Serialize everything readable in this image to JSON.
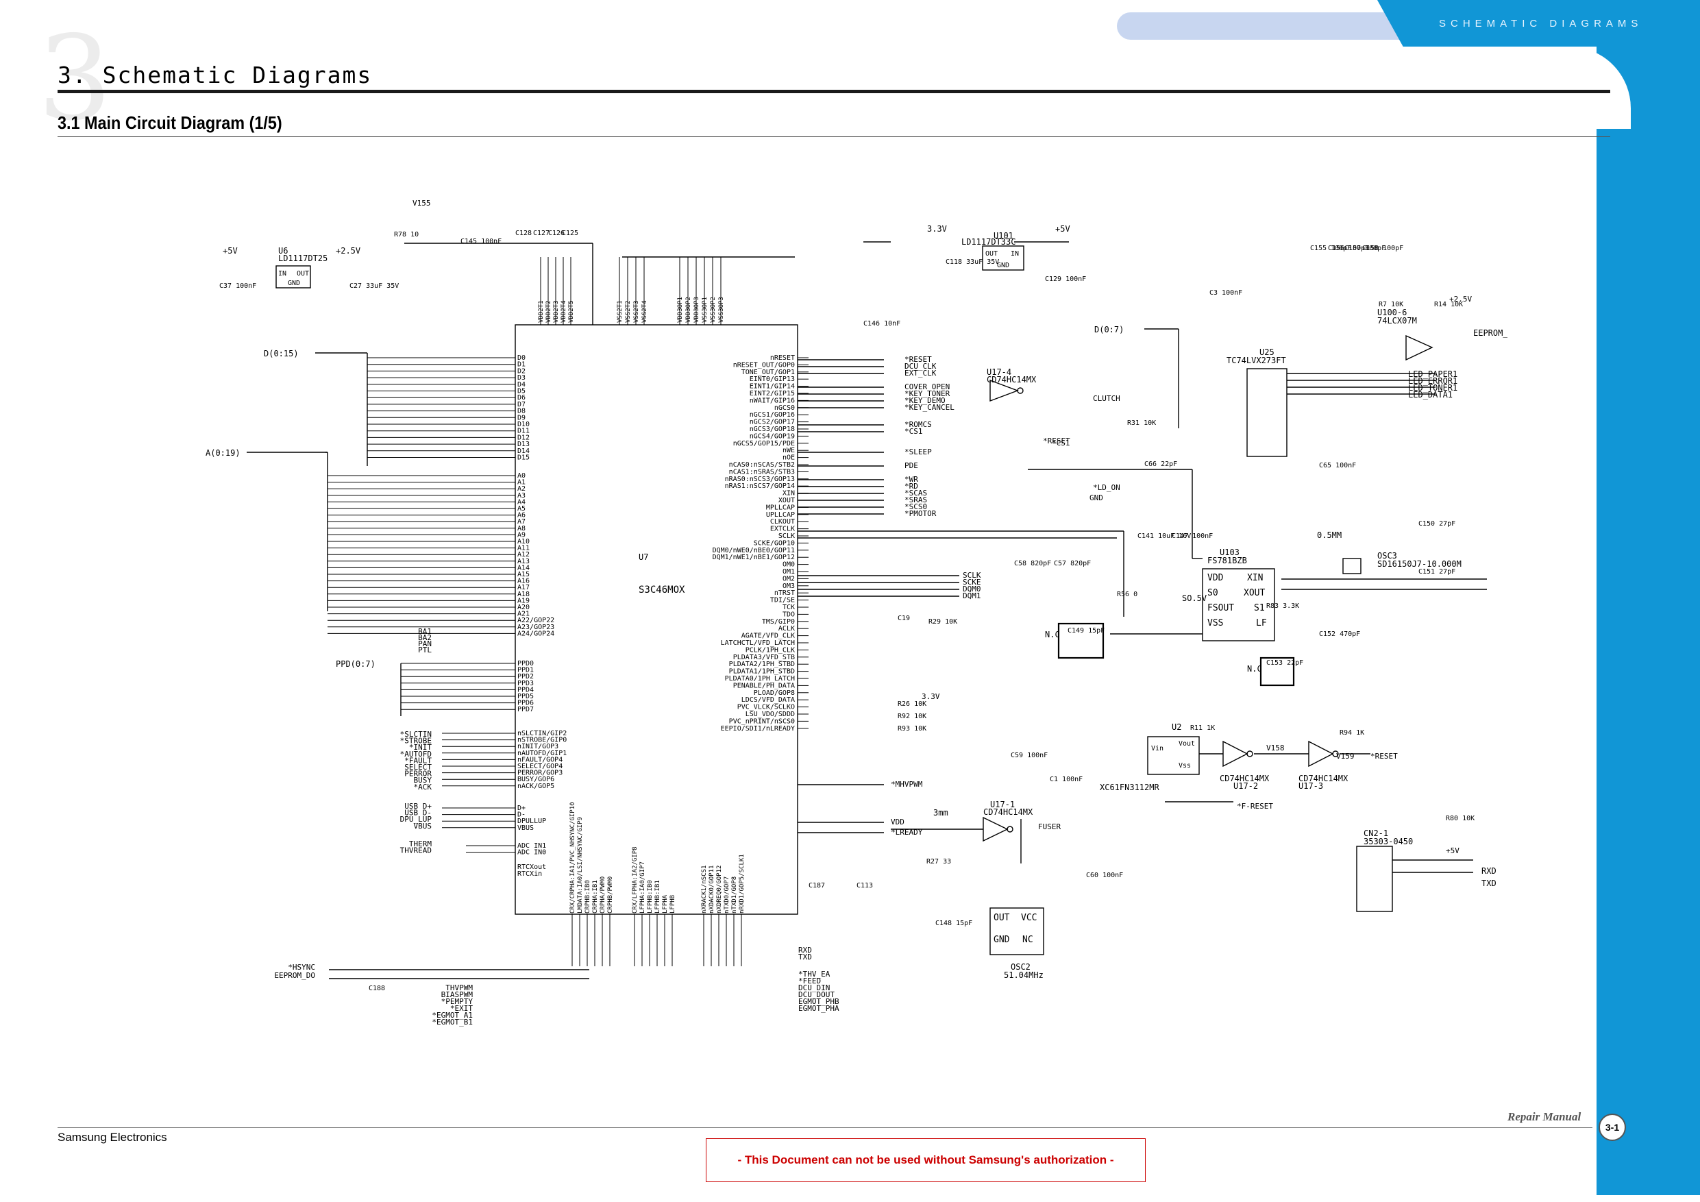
{
  "header": {
    "section_tab": "SCHEMATIC DIAGRAMS",
    "chapter_number": "3",
    "chapter_title": "3. Schematic Diagrams",
    "section_title": "3.1 Main Circuit Diagram (1/5)"
  },
  "footer": {
    "company": "Samsung Electronics",
    "manual": "Repair Manual",
    "page": "3-1",
    "notice": "- This Document can not be used without Samsung's authorization -"
  },
  "colors": {
    "accent": "#1196d6",
    "header_bar": "#c8d6f0",
    "notice": "#cc0000"
  },
  "schematic": {
    "cpu": {
      "ref": "U7",
      "part": "S3C46MOX",
      "data_bus": "D(0:15)",
      "addr_bus": "A(0:19)",
      "ppd_bus": "PPD(0:7)",
      "data_pins": [
        "D0",
        "D1",
        "D2",
        "D3",
        "D4",
        "D5",
        "D6",
        "D7",
        "D8",
        "D9",
        "D10",
        "D11",
        "D12",
        "D13",
        "D14",
        "D15"
      ],
      "addr_pins": [
        "A0",
        "A1",
        "A2",
        "A3",
        "A4",
        "A5",
        "A6",
        "A7",
        "A8",
        "A9",
        "A10",
        "A11",
        "A12",
        "A13",
        "A14",
        "A15",
        "A16",
        "A17",
        "A18",
        "A19",
        "A20",
        "A21",
        "A22/GOP22",
        "A23/GOP23",
        "A24/GOP24"
      ],
      "ppd_pins": [
        "PPD0",
        "PPD1",
        "PPD2",
        "PPD3",
        "PPD4",
        "PPD5",
        "PPD6",
        "PPD7"
      ],
      "port_pins": [
        "nSLCTIN/GIP2",
        "nSTROBE/GIP0",
        "nINIT/GOP3",
        "nAUTOFD/GIP1",
        "nFAULT/GOP4",
        "SELECT/GOP4",
        "PERROR/GOP3",
        "BUSY/GOP6",
        "nACK/GOP5"
      ],
      "usb_pins": [
        "D+",
        "D-",
        "DPULLUP",
        "VBUS"
      ],
      "adc_pins": [
        "ADC IN1",
        "ADC IN0"
      ],
      "rtc_pins": [
        "RTCXout",
        "RTCXin"
      ],
      "power_pins": [
        "VDD2T1",
        "VDD2T2",
        "VDD2T3",
        "VDD2T4",
        "VDD2T5",
        "VSS2T1",
        "VSS2T2",
        "VSS2T3",
        "VSS2T4",
        "VDD3OP1",
        "VDD3OP2",
        "VDD3OP3",
        "VSS3OP1",
        "VSS3OP2",
        "VSS3OP3"
      ],
      "right_pins": [
        "nRESET",
        "nRESET_OUT/GOP0",
        "TONE_OUT/GOP1",
        "EINT0/GIP13",
        "EINT1/GIP14",
        "EINT2/GIP15",
        "nWAIT/GIP16",
        "nGCS0",
        "nGCS1/GOP16",
        "nGCS2/GOP17",
        "nGCS3/GOP18",
        "nGCS4/GOP19",
        "nGCS5/GOP15/PDE",
        "nWE",
        "nOE",
        "nCAS0:nSCAS/STB2",
        "nCAS1:nSRAS/STB3",
        "nRAS0:nSCS3/GOP13",
        "nRAS1:nSCS7/GOP14",
        "XIN",
        "XOUT",
        "MPLLCAP",
        "UPLLCAP",
        "CLKOUT",
        "EXTCLK",
        "SCLK",
        "SCKE/GOP10",
        "DQM0/nWE0/nBE0/GOP11",
        "DQM1/nWE1/nBE1/GOP12",
        "OM0",
        "OM1",
        "OM2",
        "OM3",
        "nTRST",
        "TDI/SE",
        "TCK",
        "TDO",
        "TMS/GIP0",
        "ACLK",
        "AGATE/VFD_CLK",
        "LATCHCTL/VFD_LATCH",
        "PCLK/1PH_CLK",
        "PLDATA3/VFD_STB",
        "PLDATA2/1PH_STBD",
        "PLDATA1/1PH_STBD",
        "PLDATA0/1PH_LATCH",
        "PENABLE/PH_DATA",
        "PLOAD/GOP8",
        "LDCS/VFD_DATA",
        "PVC_VLCK/SCLKO",
        "LSU_VDO/SDDD",
        "PVC_nPRINT/nSCS0",
        "EEPIO/SDI1/nLREADY"
      ],
      "bottom_pins": [
        "CRX/CRPHA:IA1/PVC_NHSYNC/GIP10",
        "LMDATA:IA0/LSI/NHSYNC/GIP9",
        "CRPHB:IB0",
        "CRPHA:IB1",
        "CRPHA/PWM0",
        "CRPHB/PWM0",
        "CRX/LFPHA:IA2/GIP8",
        "LFPHA:IA0/GIP7",
        "LFPHB:IB0",
        "LFPHB:IB1",
        "LFPHA",
        "LFPHB",
        "nXRACK1/nSCS1",
        "nXDACK0/GOP11",
        "nXDREQ0/GOP12",
        "nTXD0/GOP7",
        "nTXD1/GOP8",
        "nRXD1/GOP5/SCLK1"
      ]
    },
    "left_signals": [
      "BA1",
      "BA2",
      "PAN",
      "PTL",
      "*SLCTIN",
      "*STROBE",
      "*INIT",
      "*AUTOFD",
      "*FAULT",
      "SELECT",
      "PERROR",
      "BUSY",
      "*ACK",
      "USB D+",
      "USB D-",
      "DPU_LUP",
      "VBUS",
      "THERM",
      "THVREAD",
      "*HSYNC",
      "EEPROM_DO"
    ],
    "bottom_signals": [
      "THVPWM",
      "BIASPWM",
      "*PEMPTY",
      "*EXIT",
      "*EGMOT_A1",
      "*EGMOT_B1",
      "RXD",
      "TXD",
      "*THV_EA",
      "*FEED",
      "DCU_DIN",
      "DCU_DOUT",
      "EGMOT_PHB",
      "EGMOT_PHA"
    ],
    "right_signals": [
      "*RESET",
      "DCU_CLK",
      "EXT_CLK",
      "COVER_OPEN",
      "*KEY_TONER",
      "*KEY_DEMO",
      "*KEY_CANCEL",
      "*ROMCS",
      "*CS1",
      "*SLEEP",
      "PDE",
      "*WR",
      "*RD",
      "*SCAS",
      "*SRAS",
      "*SCS0",
      "*PMOTOR",
      "SCLK",
      "SCKE",
      "DQM0",
      "DQM1",
      "*MHVPWM",
      "VDD",
      "*LREADY",
      "FUSER",
      "CLUTCH",
      "*CS1",
      "*RESET",
      "*LD_ON",
      "*F-RESET",
      "*RESET"
    ],
    "regulators": [
      {
        "ref": "U6",
        "part": "LD1117DT25",
        "in_label": "IN",
        "out_label": "OUT",
        "gnd_label": "GND",
        "in_rail": "+5V",
        "out_rail": "+2.5V"
      },
      {
        "ref": "U101",
        "part": "LD1117DT33C",
        "in_label": "IN",
        "out_label": "OUT",
        "gnd_label": "GND",
        "in_rail": "+5V",
        "out_rail": "3.3V"
      }
    ],
    "latch": {
      "ref": "U25",
      "part": "TC74LVX273FT",
      "bus": "D(0:7)",
      "outputs": [
        "LED_PAPER1",
        "LED_ERROR1",
        "LED_TONER1",
        "LED_DATA1"
      ]
    },
    "clock_gen": {
      "ref": "U103",
      "part": "FS781BZB",
      "pins": [
        "VDD",
        "XIN",
        "S0",
        "XOUT",
        "FSOUT",
        "S1",
        "VSS",
        "LF"
      ]
    },
    "crystal": {
      "ref": "OSC3",
      "part": "SD16150J7-10.000M"
    },
    "osc2": {
      "ref": "OSC2",
      "freq": "51.04MHz",
      "pins": [
        "OUT",
        "VCC",
        "GND",
        "NC"
      ]
    },
    "reset_ic": {
      "ref": "U2",
      "part": "XC61FN3112MR",
      "pins": [
        "Vin",
        "Vout",
        "Vss"
      ]
    },
    "buffers": [
      {
        "ref": "U100-6",
        "part": "74LCX07M",
        "out": "EEPROM_DO"
      },
      {
        "ref": "U17-4",
        "part": "CD74HC14MX"
      },
      {
        "ref": "U17-1",
        "part": "CD74HC14MX"
      },
      {
        "ref": "U17-2",
        "part": "CD74HC14MX"
      },
      {
        "ref": "U17-3",
        "part": "CD74HC14MX"
      }
    ],
    "connector": {
      "ref": "CN2-1",
      "part": "35303-0450",
      "signals": [
        "RXD",
        "TXD"
      ]
    },
    "rails": [
      "+5V",
      "+2.5V",
      "3.3V",
      "GND",
      "V155",
      "V158",
      "V159"
    ],
    "caps": [
      "C145 100nF",
      "C128",
      "C127",
      "C126",
      "C125",
      "C118 33uF 35V",
      "C129 100nF",
      "C146 10nF",
      "C37 100nF",
      "C27 33uF 35V",
      "C3 100nF",
      "C155 100pF",
      "C156 100pF",
      "C157 100pF",
      "C158 100pF",
      "C66 22pF",
      "C65 100nF",
      "C141 10uF 16V",
      "C147 100nF",
      "C150 27pF",
      "C151 27pF",
      "C58 820pF",
      "C57 820pF",
      "C149 15pF",
      "C153 22pF",
      "C152 470pF",
      "C59 100nF",
      "C1 100nF",
      "C60 100nF",
      "C148 15pF",
      "C187",
      "C113",
      "C19",
      "C188"
    ],
    "resistors": [
      "R78 10",
      "R7 10K",
      "R14 10K",
      "R31 10K",
      "R56 0",
      "R83 3.3K",
      "R29 10K",
      "R26 10K",
      "R92 10K",
      "R93 10K",
      "R27 33",
      "R11 1K",
      "R94 1K",
      "R80 10K"
    ],
    "misc_labels": [
      "N.C",
      "3mm",
      "0.5MM",
      "SO.5V"
    ]
  }
}
